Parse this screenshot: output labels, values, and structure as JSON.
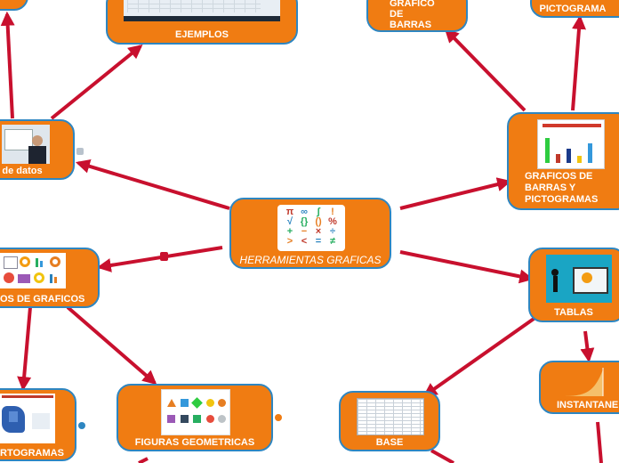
{
  "central": {
    "label": "HERRAMIENTAS GRAFICAS"
  },
  "nodes": {
    "ejemplos": "EJEMPLOS",
    "grafico_barras": [
      "GRAFICO",
      "DE",
      "BARRAS"
    ],
    "pictograma": "PICTOGRAMA",
    "analisis": "sis de datos",
    "graficos_barras_picto": [
      "GRAFICOS DE",
      "BARRAS Y",
      "PICTOGRAMAS"
    ],
    "tipos": "OS DE GRAFICOS",
    "tablas": "TABLAS",
    "cartogramas": "RTOGRAMAS",
    "figuras": "FIGURAS GEOMETRICAS",
    "base": "BASE",
    "instantaneo": "INSTANTANE"
  },
  "math_symbols": [
    "π",
    "∞",
    "∫",
    "!",
    "√",
    "{}",
    "()",
    "%",
    "+",
    "−",
    "×",
    "÷",
    ">",
    "<",
    "=",
    "≠"
  ],
  "colors": {
    "node": "#f07c12",
    "border": "#2e86c1",
    "link": "#c8102e"
  }
}
